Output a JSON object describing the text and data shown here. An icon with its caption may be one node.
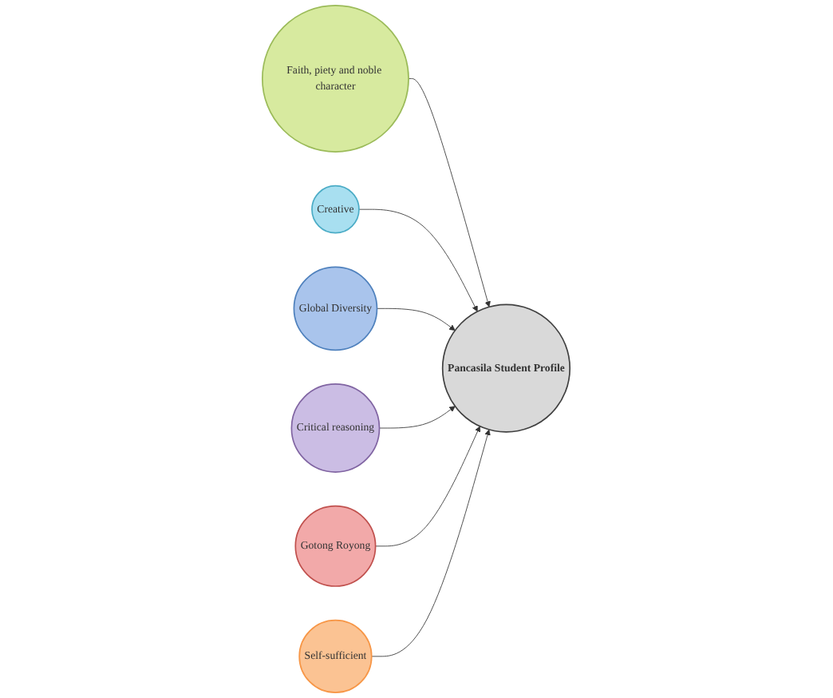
{
  "diagram": {
    "nodes": [
      {
        "text": [
          "Pancasila Student Profile"
        ]
      },
      {
        "text": [
          "Faith, piety and noble character"
        ]
      },
      {
        "text": [
          "Creative"
        ]
      },
      {
        "text": [
          "Global Diversity"
        ]
      },
      {
        "text": [
          "Critical reasoning"
        ]
      },
      {
        "text": [
          "Gotong Royong"
        ]
      },
      {
        "text": [
          "Self-sufficient"
        ]
      }
    ],
    "edges": [
      {
        "from": 1,
        "to": 0,
        "arrow": "to"
      },
      {
        "from": 2,
        "to": 0,
        "arrow": "to"
      },
      {
        "from": 3,
        "to": 0,
        "arrow": "to"
      },
      {
        "from": 4,
        "to": 0,
        "arrow": "to"
      },
      {
        "from": 5,
        "to": 0,
        "arrow": "to"
      },
      {
        "from": 6,
        "to": 0,
        "arrow": "to"
      }
    ]
  }
}
